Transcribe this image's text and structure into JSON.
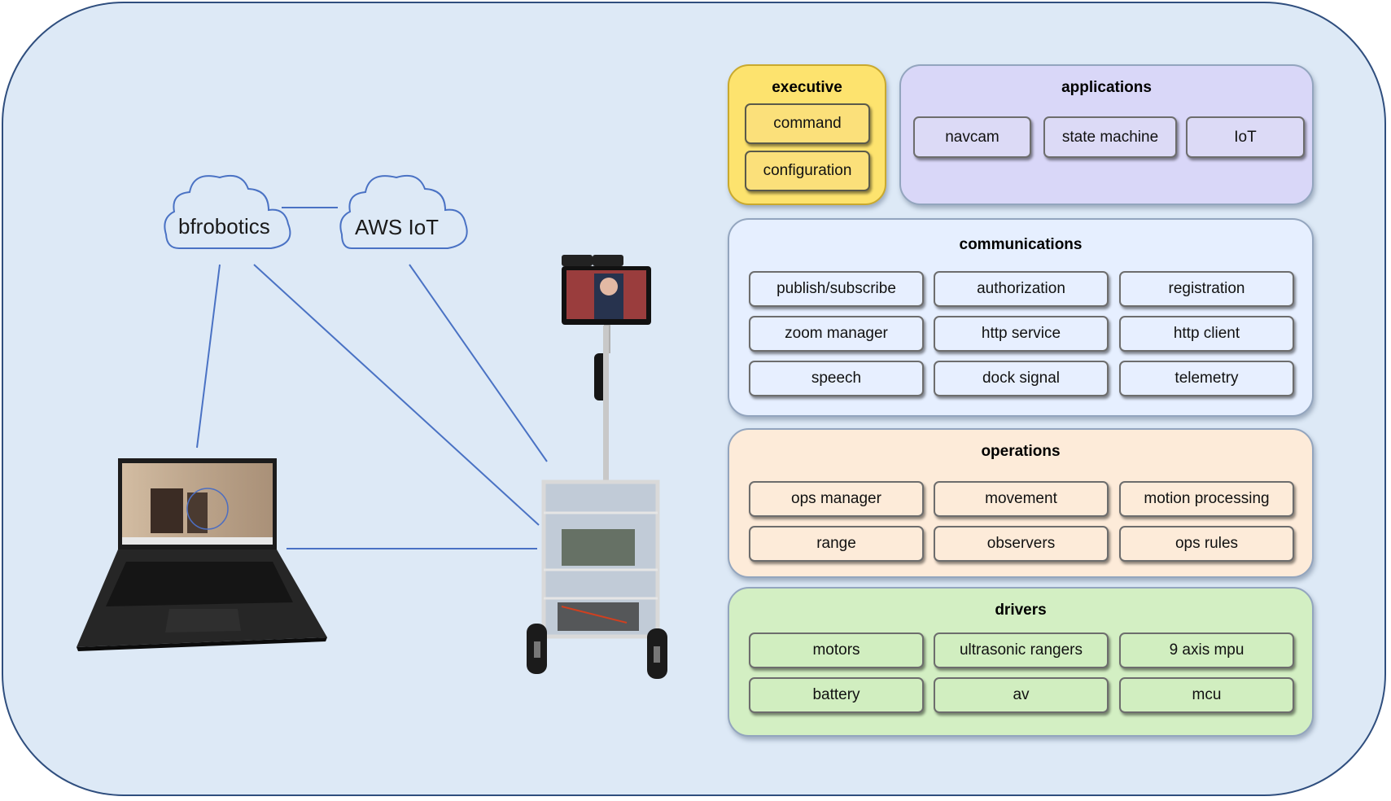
{
  "clouds": [
    {
      "id": "bfrobotics",
      "label": "bfrobotics"
    },
    {
      "id": "aws-iot",
      "label": "AWS IoT"
    }
  ],
  "photos": {
    "laptop": "laptop-photo",
    "robot": "telepresence-robot-photo"
  },
  "groups": {
    "executive": {
      "title": "executive",
      "items": [
        "command",
        "configuration"
      ]
    },
    "applications": {
      "title": "applications",
      "items": [
        "navcam",
        "state machine",
        "IoT"
      ]
    },
    "communications": {
      "title": "communications",
      "items": [
        "publish/subscribe",
        "authorization",
        "registration",
        "zoom manager",
        "http service",
        "http client",
        "speech",
        "dock signal",
        "telemetry"
      ]
    },
    "operations": {
      "title": "operations",
      "items": [
        "ops manager",
        "movement",
        "motion processing",
        "range",
        "observers",
        "ops rules"
      ]
    },
    "drivers": {
      "title": "drivers",
      "items": [
        "motors",
        "ultrasonic rangers",
        "9 axis mpu",
        "battery",
        "av",
        "mcu"
      ]
    }
  },
  "colors": {
    "background": "#dde9f6",
    "border": "#2f4e7e",
    "link_line": "#4a72c4",
    "executive": "#fde36e",
    "applications": "#d9d7f8",
    "communications": "#e6efff",
    "operations": "#fdebd9",
    "drivers": "#d3efc3"
  }
}
